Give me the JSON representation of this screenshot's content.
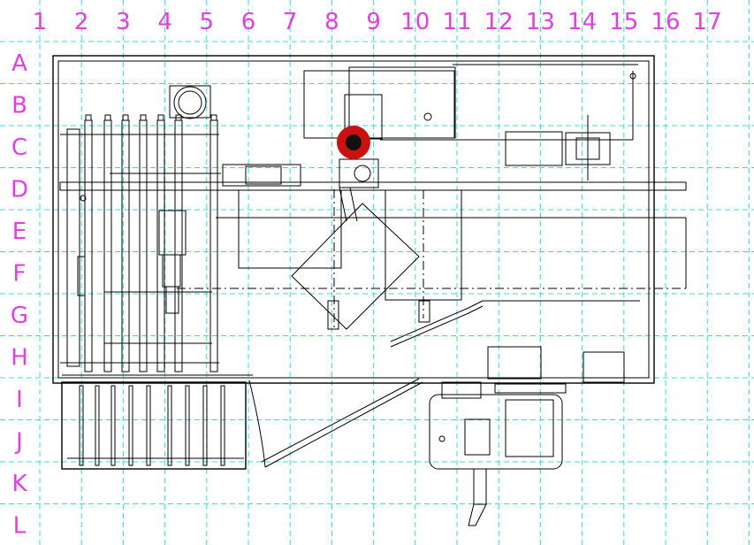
{
  "grid": {
    "columns": [
      "1",
      "2",
      "3",
      "4",
      "5",
      "6",
      "7",
      "8",
      "9",
      "10",
      "11",
      "12",
      "13",
      "14",
      "15",
      "16",
      "17"
    ],
    "rows": [
      "A",
      "B",
      "C",
      "D",
      "E",
      "F",
      "G",
      "H",
      "I",
      "J",
      "K",
      "L"
    ],
    "label_color": "#e040e0",
    "line_color": "#33dddd"
  },
  "marker": {
    "name": "red-location-marker",
    "column": "8",
    "row": "C",
    "outer_color": "#cc1111",
    "inner_color": "#111111"
  },
  "drawing": {
    "line_color": "#000000",
    "background": "#ffffff"
  }
}
